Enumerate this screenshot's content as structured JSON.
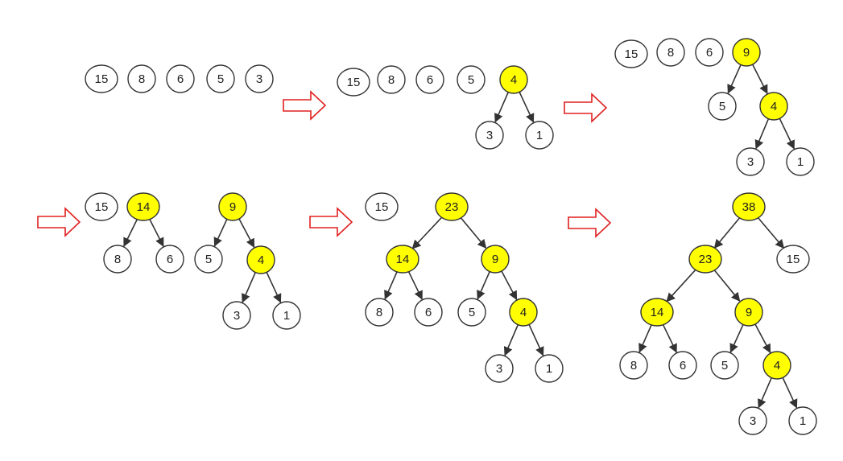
{
  "colors": {
    "leaf_fill": "#ffffff",
    "merged_fill": "#ffff00",
    "stroke": "#333333",
    "edge": "#333333",
    "arrow_stroke": "#e02020",
    "arrow_fill": "#ffffff"
  },
  "stages": [
    {
      "id": "stage-1",
      "nodes": [
        {
          "id": "a15",
          "label": "15",
          "merged": false
        },
        {
          "id": "a8",
          "label": "8",
          "merged": false
        },
        {
          "id": "a6",
          "label": "6",
          "merged": false
        },
        {
          "id": "a5",
          "label": "5",
          "merged": false
        },
        {
          "id": "a3",
          "label": "3",
          "merged": false
        }
      ],
      "edges": []
    },
    {
      "id": "stage-2",
      "nodes": [
        {
          "id": "b15",
          "label": "15",
          "merged": false
        },
        {
          "id": "b8",
          "label": "8",
          "merged": false
        },
        {
          "id": "b6",
          "label": "6",
          "merged": false
        },
        {
          "id": "b5",
          "label": "5",
          "merged": false
        },
        {
          "id": "b4",
          "label": "4",
          "merged": true
        },
        {
          "id": "b3",
          "label": "3",
          "merged": false
        },
        {
          "id": "b1",
          "label": "1",
          "merged": false
        }
      ],
      "edges": [
        [
          "b4",
          "b3"
        ],
        [
          "b4",
          "b1"
        ]
      ]
    },
    {
      "id": "stage-3",
      "nodes": [
        {
          "id": "c15",
          "label": "15",
          "merged": false
        },
        {
          "id": "c8",
          "label": "8",
          "merged": false
        },
        {
          "id": "c6",
          "label": "6",
          "merged": false
        },
        {
          "id": "c9",
          "label": "9",
          "merged": true
        },
        {
          "id": "c5",
          "label": "5",
          "merged": false
        },
        {
          "id": "c4",
          "label": "4",
          "merged": true
        },
        {
          "id": "c3",
          "label": "3",
          "merged": false
        },
        {
          "id": "c1",
          "label": "1",
          "merged": false
        }
      ],
      "edges": [
        [
          "c9",
          "c5"
        ],
        [
          "c9",
          "c4"
        ],
        [
          "c4",
          "c3"
        ],
        [
          "c4",
          "c1"
        ]
      ]
    },
    {
      "id": "stage-4",
      "nodes": [
        {
          "id": "d15",
          "label": "15",
          "merged": false
        },
        {
          "id": "d14",
          "label": "14",
          "merged": true
        },
        {
          "id": "d8",
          "label": "8",
          "merged": false
        },
        {
          "id": "d6",
          "label": "6",
          "merged": false
        },
        {
          "id": "d9",
          "label": "9",
          "merged": true
        },
        {
          "id": "d5",
          "label": "5",
          "merged": false
        },
        {
          "id": "d4",
          "label": "4",
          "merged": true
        },
        {
          "id": "d3",
          "label": "3",
          "merged": false
        },
        {
          "id": "d1",
          "label": "1",
          "merged": false
        }
      ],
      "edges": [
        [
          "d14",
          "d8"
        ],
        [
          "d14",
          "d6"
        ],
        [
          "d9",
          "d5"
        ],
        [
          "d9",
          "d4"
        ],
        [
          "d4",
          "d3"
        ],
        [
          "d4",
          "d1"
        ]
      ]
    },
    {
      "id": "stage-5",
      "nodes": [
        {
          "id": "e15",
          "label": "15",
          "merged": false
        },
        {
          "id": "e23",
          "label": "23",
          "merged": true
        },
        {
          "id": "e14",
          "label": "14",
          "merged": true
        },
        {
          "id": "e9",
          "label": "9",
          "merged": true
        },
        {
          "id": "e8",
          "label": "8",
          "merged": false
        },
        {
          "id": "e6",
          "label": "6",
          "merged": false
        },
        {
          "id": "e5",
          "label": "5",
          "merged": false
        },
        {
          "id": "e4",
          "label": "4",
          "merged": true
        },
        {
          "id": "e3",
          "label": "3",
          "merged": false
        },
        {
          "id": "e1",
          "label": "1",
          "merged": false
        }
      ],
      "edges": [
        [
          "e23",
          "e14"
        ],
        [
          "e23",
          "e9"
        ],
        [
          "e14",
          "e8"
        ],
        [
          "e14",
          "e6"
        ],
        [
          "e9",
          "e5"
        ],
        [
          "e9",
          "e4"
        ],
        [
          "e4",
          "e3"
        ],
        [
          "e4",
          "e1"
        ]
      ]
    },
    {
      "id": "stage-6",
      "nodes": [
        {
          "id": "f38",
          "label": "38",
          "merged": true
        },
        {
          "id": "f23",
          "label": "23",
          "merged": true
        },
        {
          "id": "f15",
          "label": "15",
          "merged": false
        },
        {
          "id": "f14",
          "label": "14",
          "merged": true
        },
        {
          "id": "f9",
          "label": "9",
          "merged": true
        },
        {
          "id": "f8",
          "label": "8",
          "merged": false
        },
        {
          "id": "f6",
          "label": "6",
          "merged": false
        },
        {
          "id": "f5",
          "label": "5",
          "merged": false
        },
        {
          "id": "f4",
          "label": "4",
          "merged": true
        },
        {
          "id": "f3",
          "label": "3",
          "merged": false
        },
        {
          "id": "f1",
          "label": "1",
          "merged": false
        }
      ],
      "edges": [
        [
          "f38",
          "f23"
        ],
        [
          "f38",
          "f15"
        ],
        [
          "f23",
          "f14"
        ],
        [
          "f23",
          "f9"
        ],
        [
          "f14",
          "f8"
        ],
        [
          "f14",
          "f6"
        ],
        [
          "f9",
          "f5"
        ],
        [
          "f9",
          "f4"
        ],
        [
          "f4",
          "f3"
        ],
        [
          "f4",
          "f1"
        ]
      ]
    }
  ],
  "arrows": [
    {
      "id": "arrow-1"
    },
    {
      "id": "arrow-2"
    },
    {
      "id": "arrow-3"
    },
    {
      "id": "arrow-4"
    },
    {
      "id": "arrow-5"
    }
  ]
}
